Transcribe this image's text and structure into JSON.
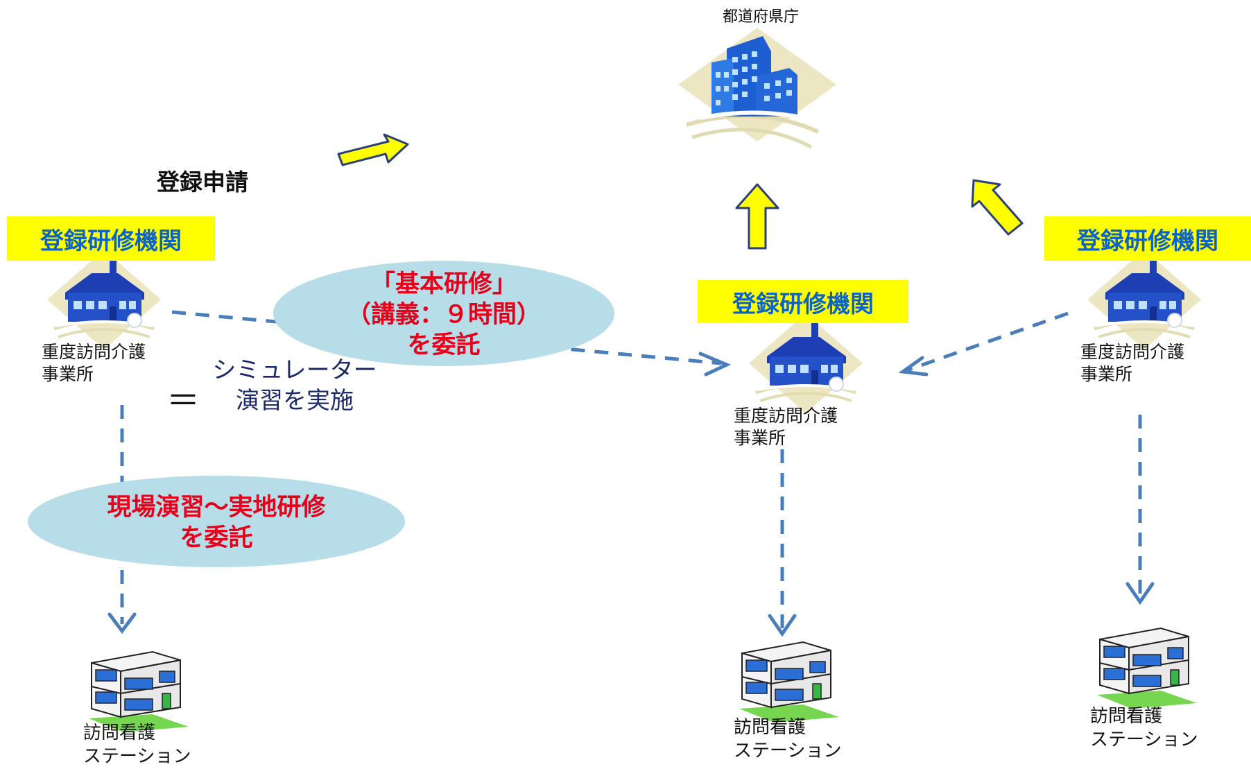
{
  "prefecture": {
    "label": "都道府県庁",
    "icon": "government-building-icon"
  },
  "registration_label": "登録申請",
  "institutions": [
    {
      "box_label": "登録研修機関",
      "office_line1": "重度訪問介護",
      "office_line2": "事業所"
    },
    {
      "box_label": "登録研修機関",
      "office_line1": "重度訪問介護",
      "office_line2": "事業所"
    },
    {
      "box_label": "登録研修機関",
      "office_line1": "重度訪問介護",
      "office_line2": "事業所"
    }
  ],
  "stations": [
    {
      "line1": "訪問看護",
      "line2": "ステーション"
    },
    {
      "line1": "訪問看護",
      "line2": "ステーション"
    },
    {
      "line1": "訪問看護",
      "line2": "ステーション"
    }
  ],
  "basic_training": {
    "line1": "「基本研修」",
    "line2": "（講義：９時間）",
    "line3": "を委託"
  },
  "simulator": {
    "equals": "＝",
    "line1": "シミュレーター",
    "line2": "演習を実施"
  },
  "field_training": {
    "line1": "現場演習～実地研修",
    "line2": "を委託"
  },
  "colors": {
    "institution_box": "#ffff00",
    "institution_text": "#0a63c9",
    "ellipse": "#b7dde8",
    "arrow_yellow": "#ffff00",
    "dashed_blue": "#4a7ebb",
    "consign_text": "#e8001a"
  }
}
